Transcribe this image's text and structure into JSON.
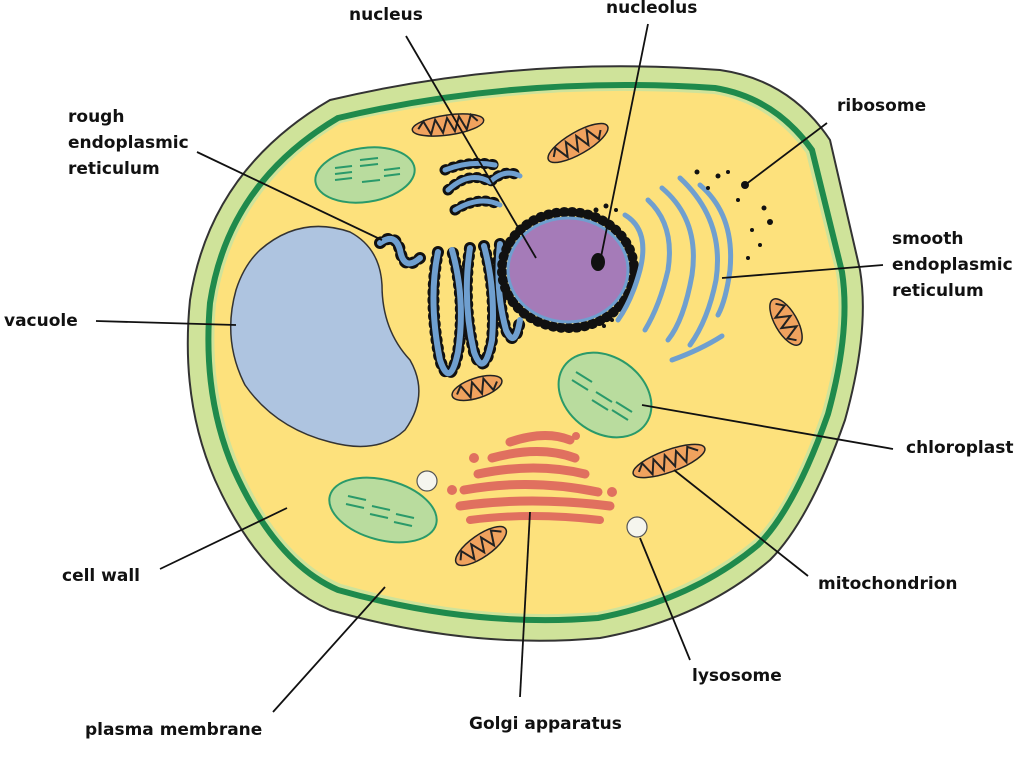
{
  "colors": {
    "cell_wall": "#cfe39a",
    "plasma_membrane": "#1f8a4c",
    "cytoplasm": "#fde17c",
    "vacuole": "#aec4e0",
    "nucleus": "#a57bb8",
    "er": "#6f9fcf",
    "chloroplast": "#b9dc9e",
    "thylakoid": "#2a9a6a",
    "mitochondrion": "#f0a25e",
    "golgi": "#e0705f",
    "lysosome": "#f5f5ee",
    "leader_line": "#111111"
  },
  "labels": {
    "nucleus": "nucleus",
    "nucleolus": "nucleolus",
    "rough_er": [
      "rough",
      "endoplasmic",
      "reticulum"
    ],
    "ribosome": "ribosome",
    "smooth_er": [
      "smooth",
      "endoplasmic",
      "reticulum"
    ],
    "vacuole": "vacuole",
    "chloroplast": "chloroplast",
    "cell_wall": "cell wall",
    "mitochondrion": "mitochondrion",
    "lysosome": "lysosome",
    "plasma_membrane": "plasma membrane",
    "golgi": "Golgi apparatus"
  }
}
